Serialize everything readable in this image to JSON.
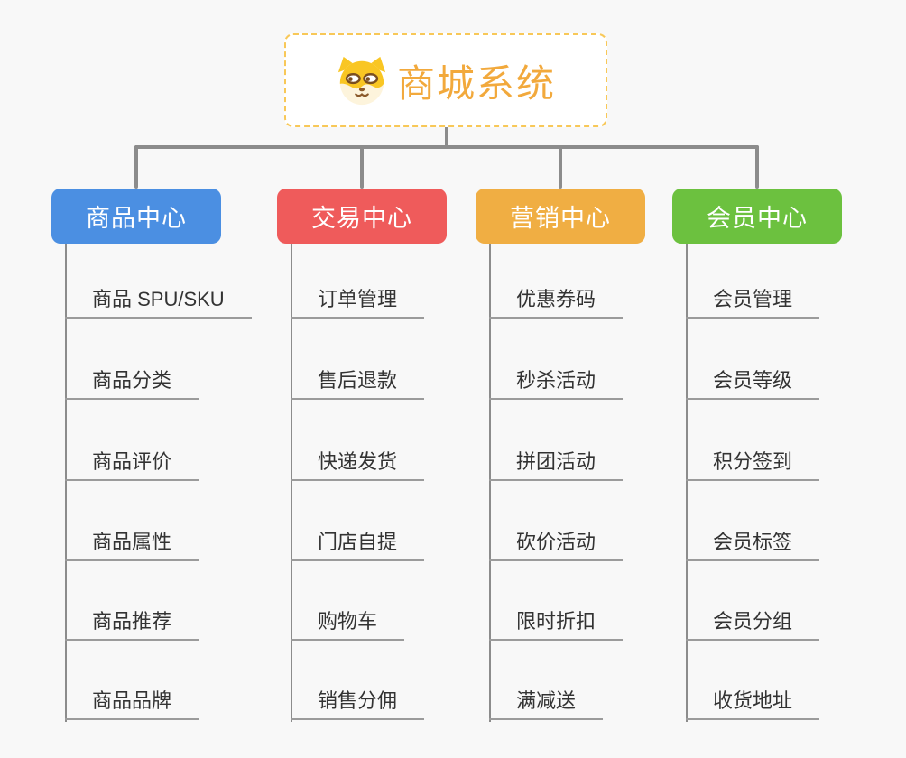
{
  "root": {
    "title": "商城系统",
    "icon": "dog-face-icon"
  },
  "branches": [
    {
      "label": "商品中心",
      "color": "#4B8FE2",
      "children": [
        "商品 SPU/SKU",
        "商品分类",
        "商品评价",
        "商品属性",
        "商品推荐",
        "商品品牌"
      ]
    },
    {
      "label": "交易中心",
      "color": "#EF5B5B",
      "children": [
        "订单管理",
        "售后退款",
        "快递发货",
        "门店自提",
        "购物车",
        "销售分佣"
      ]
    },
    {
      "label": "营销中心",
      "color": "#F0AE43",
      "children": [
        "优惠券码",
        "秒杀活动",
        "拼团活动",
        "砍价活动",
        "限时折扣",
        "满减送"
      ]
    },
    {
      "label": "会员中心",
      "color": "#6CC13F",
      "children": [
        "会员管理",
        "会员等级",
        "积分签到",
        "会员标签",
        "会员分组",
        "收货地址"
      ]
    }
  ],
  "colors": {
    "canvas_bg": "#F8F8F8",
    "root_border": "#F8C858",
    "root_title": "#F2A93C",
    "connector": "#8C8C8C",
    "trunk": "#8C8C8C",
    "underline": "#9B9B9B",
    "child_text": "#333333",
    "branch_text": "#FFFFFF"
  }
}
